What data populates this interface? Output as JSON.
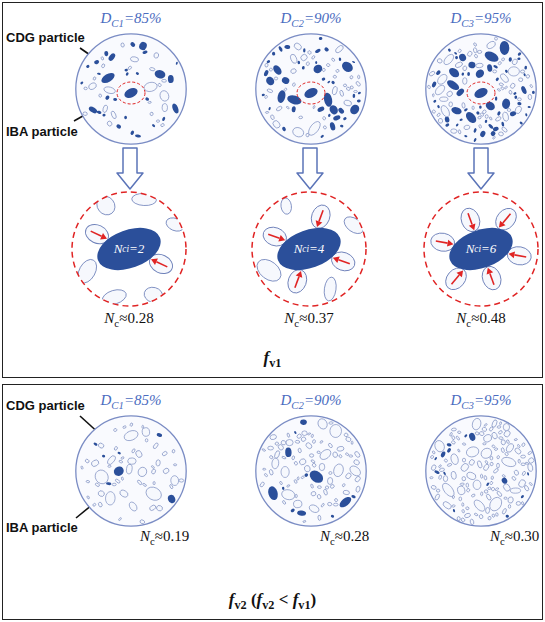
{
  "diagram": {
    "nodes": [
      {
        "text": [
          "fv1"
        ]
      },
      {
        "text": [
          "DC1=85%"
        ],
        "in": 0
      },
      {
        "text": [
          "DC2=90%"
        ],
        "in": 0
      },
      {
        "text": [
          "DC3=95%"
        ],
        "in": 0
      },
      {
        "text": [
          "Nc≈0.28"
        ],
        "in": 0
      },
      {
        "text": [
          "Nci=2"
        ],
        "in": 4
      },
      {
        "text": [
          "Nc≈0.37"
        ],
        "in": 0
      },
      {
        "text": [
          "Nci=4"
        ],
        "in": 6
      },
      {
        "text": [
          "Nc≈0.48"
        ],
        "in": 0
      },
      {
        "text": [
          "Nci=6"
        ],
        "in": 8
      },
      {
        "text": [
          "fv2 (fv2 < fv1)"
        ]
      },
      {
        "text": [
          "DC1=85%",
          "Nc≈0.19"
        ],
        "in": 10
      },
      {
        "text": [
          "DC2=90%",
          "Nc≈0.28"
        ],
        "in": 10
      },
      {
        "text": [
          "DC3=95%",
          "Nc≈0.30"
        ],
        "in": 10
      }
    ],
    "edges": [
      {
        "from": 1,
        "to": 4,
        "arrow": "to"
      },
      {
        "from": 2,
        "to": 6,
        "arrow": "to"
      },
      {
        "from": 3,
        "to": 8,
        "arrow": "to"
      }
    ],
    "labels": [
      "CDG particle",
      "IBA particle",
      "CDG particle",
      "IBA particle"
    ]
  }
}
